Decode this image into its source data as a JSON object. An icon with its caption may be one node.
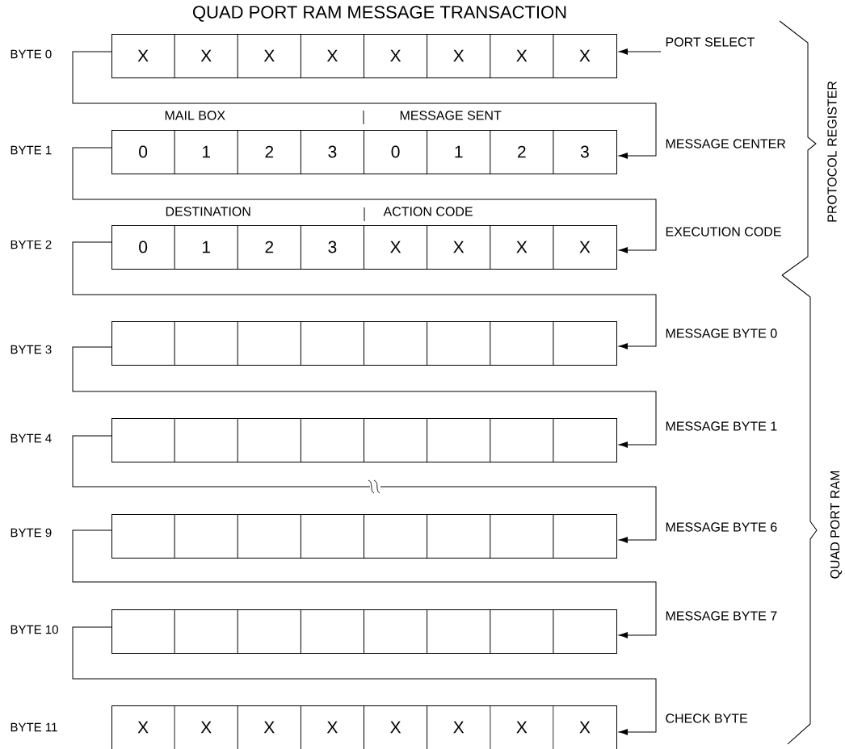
{
  "diagram": {
    "title": "QUAD PORT RAM MESSAGE TRANSACTION",
    "nodes": [
      {
        "text": [
          "X",
          "X",
          "X",
          "X",
          "X",
          "X",
          "X",
          "X"
        ]
      },
      {
        "text": [
          "0",
          "1",
          "2",
          "3",
          "0",
          "1",
          "2",
          "3"
        ]
      },
      {
        "text": [
          "0",
          "1",
          "2",
          "3",
          "X",
          "X",
          "X",
          "X"
        ]
      },
      {
        "text": [],
        "shape": "box"
      },
      {
        "text": [],
        "shape": "box"
      },
      {
        "text": [],
        "shape": "box"
      },
      {
        "text": [],
        "shape": "box"
      },
      {
        "text": [
          "X",
          "X",
          "X",
          "X",
          "X",
          "X",
          "X",
          "X"
        ]
      }
    ],
    "edges": [
      {
        "from": null,
        "to": 0,
        "arrow": "to",
        "label": "PORT SELECT"
      },
      {
        "from": 0,
        "to": 1,
        "arrow": "to",
        "label": "MESSAGE CENTER"
      },
      {
        "from": 1,
        "to": 2,
        "arrow": "to",
        "label": "EXECUTION CODE"
      },
      {
        "from": 2,
        "to": 3,
        "arrow": "to",
        "label": "MESSAGE BYTE 0"
      },
      {
        "from": 3,
        "to": 4,
        "arrow": "to",
        "label": "MESSAGE BYTE 1"
      },
      {
        "from": 4,
        "to": 5,
        "arrow": "to",
        "label": "MESSAGE BYTE 6"
      },
      {
        "from": 5,
        "to": 6,
        "arrow": "to",
        "label": "MESSAGE BYTE 7"
      },
      {
        "from": 6,
        "to": 7,
        "arrow": "to",
        "label": "CHECK BYTE"
      }
    ],
    "labels": [
      "BYTE 0",
      "MAIL BOX",
      "MESSAGE SENT",
      "BYTE 1",
      "DESTINATION",
      "ACTION CODE",
      "BYTE 2",
      "BYTE 3",
      "BYTE 4",
      "BYTE 9",
      "BYTE 10",
      "BYTE 11",
      "PROTOCOL REGISTER",
      "QUAD PORT RAM"
    ]
  }
}
